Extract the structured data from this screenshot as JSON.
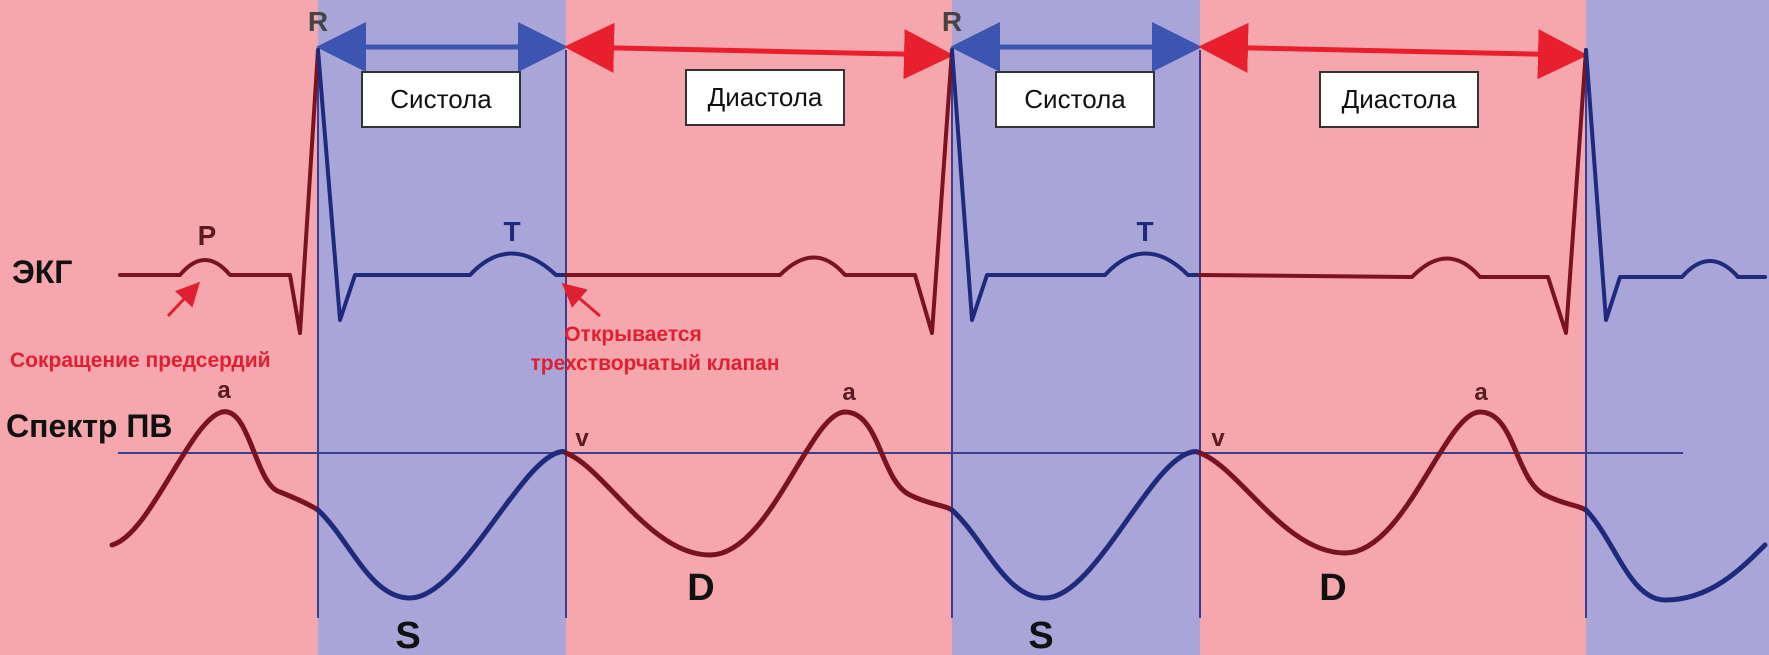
{
  "labels": {
    "ecg": "ЭКГ",
    "pv_spectrum": "Спектр ПВ",
    "atrial_contraction": "Сокращение предсердий",
    "tricuspid_line1": "Открывается",
    "tricuspid_line2": "трехстворчатый клапан"
  },
  "phases": {
    "systole": "Систола",
    "diastole": "Диастола"
  },
  "waves": {
    "R": "R",
    "P": "P",
    "T": "T",
    "a": "a",
    "v": "v",
    "S": "S",
    "D": "D"
  },
  "colors": {
    "systole_band": "#a9a5d8",
    "diastole_band": "#f6a6ad",
    "systole_arrow": "#3b55b0",
    "diastole_arrow": "#e8202e",
    "trace_blue": "#1f2a7c",
    "trace_red": "#7a1320",
    "annotation_red": "#e02030"
  }
}
